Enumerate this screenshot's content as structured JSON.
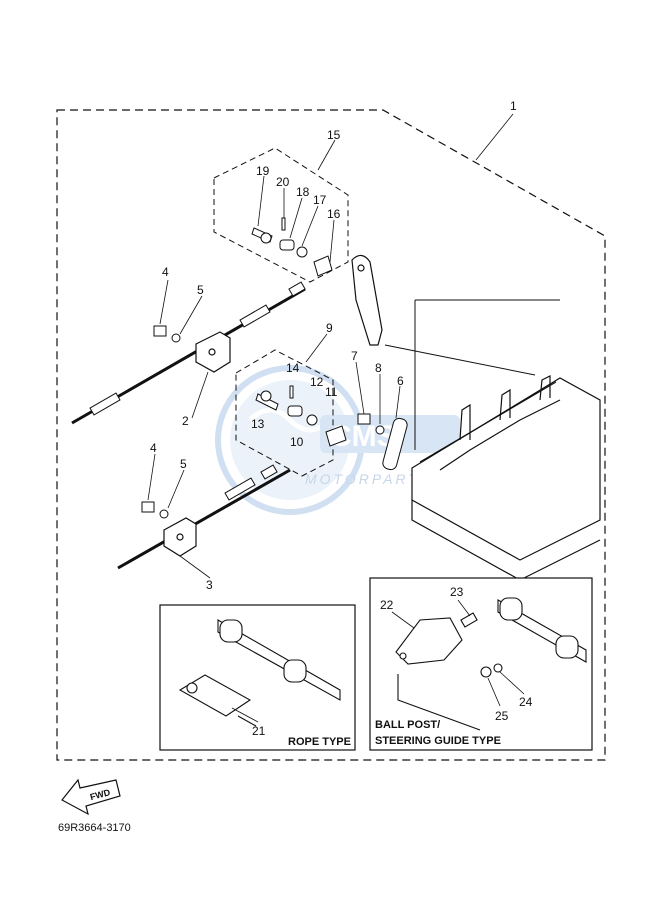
{
  "diagram": {
    "part_numbers": {
      "p1": "1",
      "p2": "2",
      "p3": "3",
      "p4a": "4",
      "p4b": "4",
      "p5a": "5",
      "p5b": "5",
      "p6": "6",
      "p7": "7",
      "p8": "8",
      "p9": "9",
      "p10": "10",
      "p11": "11",
      "p12": "12",
      "p13": "13",
      "p14": "14",
      "p15": "15",
      "p16": "16",
      "p17": "17",
      "p18": "18",
      "p19": "19",
      "p20": "20",
      "p21": "21",
      "p22": "22",
      "p23": "23",
      "p24": "24",
      "p25": "25"
    },
    "inset_rope_label": "ROPE TYPE",
    "inset_ball_label_1": "BALL POST/",
    "inset_ball_label_2": "STEERING GUIDE TYPE",
    "fwd_label": "FWD",
    "watermark_text": "MOTORPARTS",
    "drawing_code": "69R3664-3170"
  }
}
